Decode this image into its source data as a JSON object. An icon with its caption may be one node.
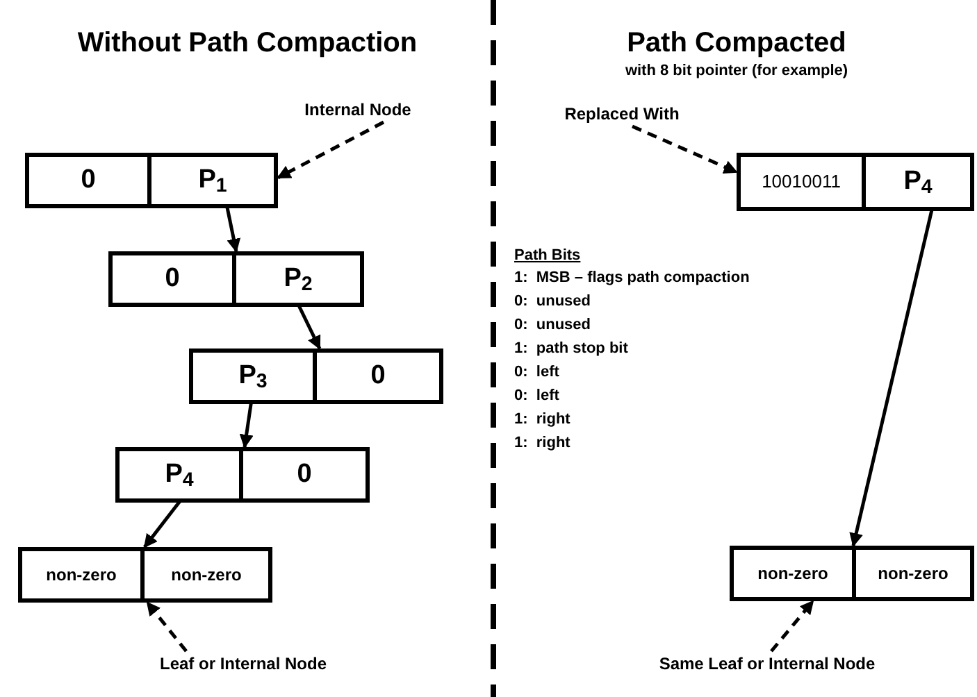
{
  "diagram": {
    "nodes": [
      {
        "text": [
          "Internal Node"
        ]
      },
      {
        "text": [],
        "shape": "box"
      },
      {
        "text": [
          "0"
        ],
        "in": 1
      },
      {
        "text": [
          "P$_{1}$"
        ],
        "in": 1
      },
      {
        "text": [],
        "shape": "box"
      },
      {
        "text": [
          "0"
        ],
        "in": 4
      },
      {
        "text": [
          "P$_{2}$"
        ],
        "in": 4
      },
      {
        "text": [],
        "shape": "box"
      },
      {
        "text": [
          "P$_{3}$"
        ],
        "in": 7
      },
      {
        "text": [
          "0"
        ],
        "in": 7
      },
      {
        "text": [],
        "shape": "box"
      },
      {
        "text": [
          "P$_{4}$"
        ],
        "in": 10
      },
      {
        "text": [
          "0"
        ],
        "in": 10
      },
      {
        "text": [],
        "shape": "box"
      },
      {
        "text": [
          "non-zero"
        ],
        "in": 13
      },
      {
        "text": [
          "non-zero"
        ],
        "in": 13
      },
      {
        "text": [
          "Leaf or Internal Node"
        ]
      },
      {
        "text": [
          "Replaced With"
        ]
      },
      {
        "text": [],
        "shape": "box"
      },
      {
        "text": [
          "10010011"
        ],
        "in": 18
      },
      {
        "text": [
          "P$_{4}$"
        ],
        "in": 18
      },
      {
        "text": [],
        "shape": "box"
      },
      {
        "text": [
          "non-zero"
        ],
        "in": 21
      },
      {
        "text": [
          "non-zero"
        ],
        "in": 21
      },
      {
        "text": [
          "Same Leaf or Internal Node"
        ]
      }
    ],
    "edges": [
      {
        "from": 0,
        "to": 1,
        "arrow": "to",
        "style": "dashed"
      },
      {
        "from": 3,
        "to": 4,
        "arrow": "to"
      },
      {
        "from": 6,
        "to": 7,
        "arrow": "to"
      },
      {
        "from": 8,
        "to": 10,
        "arrow": "to"
      },
      {
        "from": 11,
        "to": 13,
        "arrow": "to"
      },
      {
        "from": 16,
        "to": 13,
        "arrow": "to",
        "style": "dashed"
      },
      {
        "from": 17,
        "to": 18,
        "arrow": "to",
        "style": "dashed"
      },
      {
        "from": 20,
        "to": 21,
        "arrow": "to"
      },
      {
        "from": 24,
        "to": 21,
        "arrow": "to",
        "style": "dashed"
      }
    ],
    "labels": [
      "Without Path Compaction",
      "Path Compacted",
      "with 8 bit pointer (for example)",
      "Path Bits",
      "1:  MSB – flags path compaction",
      "0:  unused",
      "0:  unused",
      "1:  path stop bit",
      "0:  left",
      "0:  left",
      "1:  right",
      "1:  right"
    ]
  }
}
